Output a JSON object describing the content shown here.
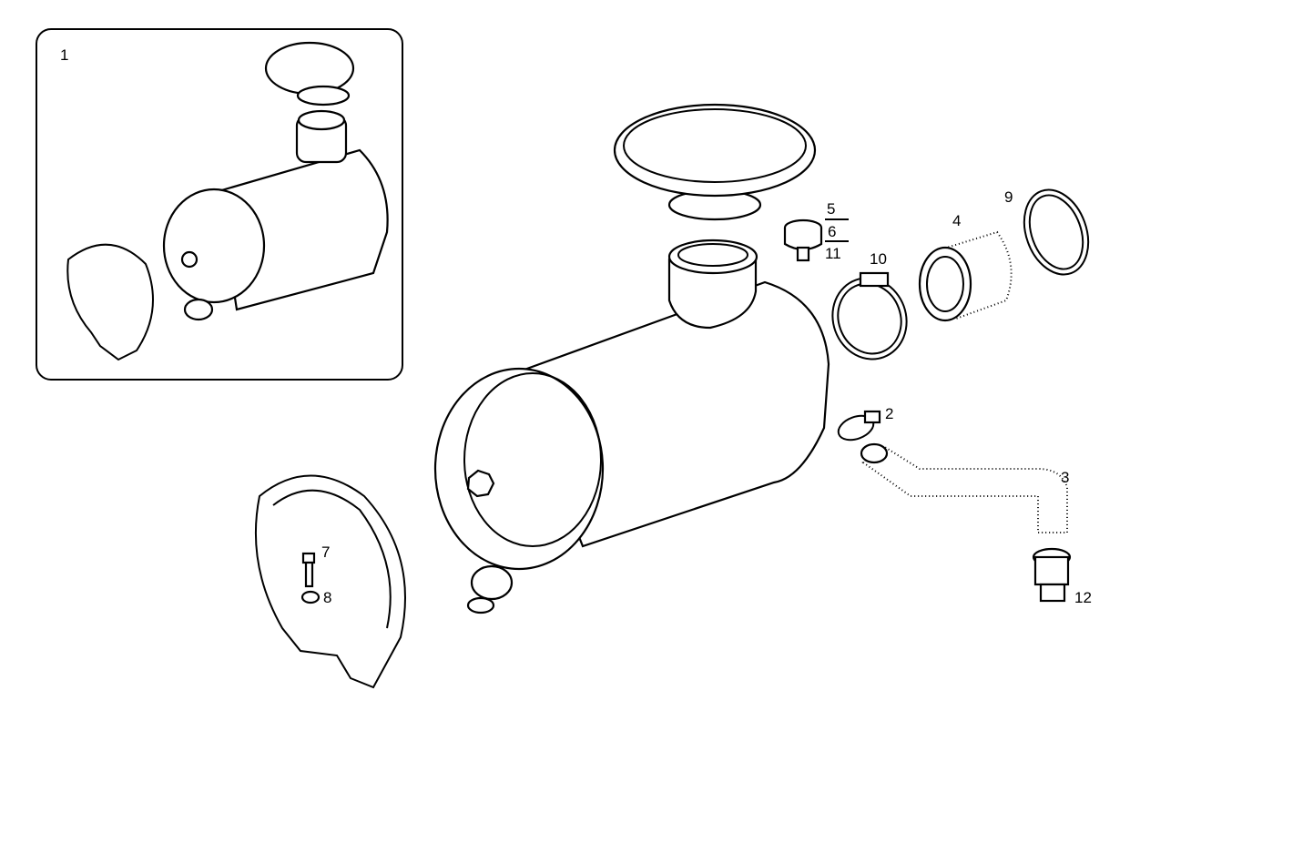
{
  "diagram": {
    "type": "exploded parts diagram - air filter assembly",
    "inset_label": "1",
    "callouts": {
      "p2": "2",
      "p3": "3",
      "p4": "4",
      "p5": "5",
      "p6": "6",
      "p7": "7",
      "p8": "8",
      "p9": "9",
      "p10": "10",
      "p11": "11",
      "p12": "12"
    }
  }
}
